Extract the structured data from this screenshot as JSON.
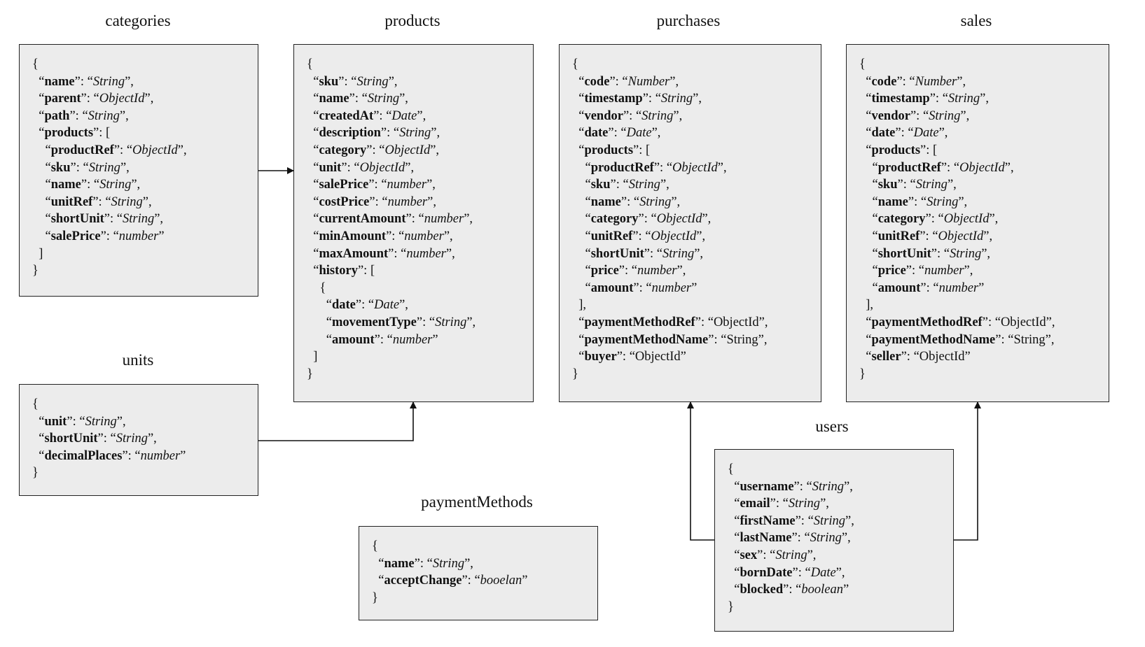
{
  "tables": [
    {
      "id": "categories",
      "title": "categories",
      "lines": [
        {
          "text": "{"
        },
        {
          "indent": 1,
          "key": "name",
          "type": "String",
          "sep": ","
        },
        {
          "indent": 1,
          "key": "parent",
          "type": "ObjectId",
          "sep": ","
        },
        {
          "indent": 1,
          "key": "path",
          "type": "String",
          "sep": ","
        },
        {
          "indent": 1,
          "key": "products",
          "open": "["
        },
        {
          "indent": 2,
          "key": "productRef",
          "type": "ObjectId",
          "sep": ","
        },
        {
          "indent": 2,
          "key": "sku",
          "type": "String",
          "sep": ","
        },
        {
          "indent": 2,
          "key": "name",
          "type": "String",
          "sep": ","
        },
        {
          "indent": 2,
          "key": "unitRef",
          "type": "String",
          "sep": ","
        },
        {
          "indent": 2,
          "key": "shortUnit",
          "type": "String",
          "sep": ","
        },
        {
          "indent": 2,
          "key": "salePrice",
          "type": "number",
          "sep": ""
        },
        {
          "indent": 1,
          "text": "]"
        },
        {
          "text": "}"
        }
      ]
    },
    {
      "id": "units",
      "title": "units",
      "lines": [
        {
          "text": "{"
        },
        {
          "indent": 1,
          "key": "unit",
          "type": "String",
          "sep": ","
        },
        {
          "indent": 1,
          "key": "shortUnit",
          "type": "String",
          "sep": ","
        },
        {
          "indent": 1,
          "key": "decimalPlaces",
          "type": "number",
          "sep": ""
        },
        {
          "text": "}"
        }
      ]
    },
    {
      "id": "products",
      "title": "products",
      "lines": [
        {
          "text": "{"
        },
        {
          "indent": 1,
          "key": "sku",
          "type": "String",
          "sep": ","
        },
        {
          "indent": 1,
          "key": "name",
          "type": "String",
          "sep": ","
        },
        {
          "indent": 1,
          "key": "createdAt",
          "type": "Date",
          "sep": ","
        },
        {
          "indent": 1,
          "key": "description",
          "type": "String",
          "sep": ","
        },
        {
          "indent": 1,
          "key": "category",
          "type": "ObjectId",
          "sep": ","
        },
        {
          "indent": 1,
          "key": "unit",
          "type": "ObjectId",
          "sep": ","
        },
        {
          "indent": 1,
          "key": "salePrice",
          "type": "number",
          "sep": ","
        },
        {
          "indent": 1,
          "key": "costPrice",
          "type": "number",
          "sep": ","
        },
        {
          "indent": 1,
          "key": "currentAmount",
          "type": "number",
          "sep": ","
        },
        {
          "indent": 1,
          "key": "minAmount",
          "type": "number",
          "sep": ","
        },
        {
          "indent": 1,
          "key": "maxAmount",
          "type": "number",
          "sep": ","
        },
        {
          "indent": 1,
          "key": "history",
          "open": "["
        },
        {
          "indent": 2,
          "text": "{"
        },
        {
          "indent": 3,
          "key": "date",
          "type": "Date",
          "sep": ","
        },
        {
          "indent": 3,
          "key": "movementType",
          "type": "String",
          "sep": ","
        },
        {
          "indent": 3,
          "key": "amount",
          "type": "number",
          "sep": ""
        },
        {
          "indent": 1,
          "text": "]"
        },
        {
          "text": "}"
        }
      ]
    },
    {
      "id": "paymentMethods",
      "title": "paymentMethods",
      "lines": [
        {
          "text": "{"
        },
        {
          "indent": 1,
          "key": "name",
          "type": "String",
          "sep": ","
        },
        {
          "indent": 1,
          "key": "acceptChange",
          "type": "booelan",
          "sep": ""
        },
        {
          "text": "}"
        }
      ]
    },
    {
      "id": "purchases",
      "title": "purchases",
      "lines": [
        {
          "text": "{"
        },
        {
          "indent": 1,
          "key": "code",
          "type": "Number",
          "sep": ","
        },
        {
          "indent": 1,
          "key": "timestamp",
          "type": "String",
          "sep": ","
        },
        {
          "indent": 1,
          "key": "vendor",
          "type": "String",
          "sep": ","
        },
        {
          "indent": 1,
          "key": "date",
          "type": "Date",
          "sep": ","
        },
        {
          "indent": 1,
          "key": "products",
          "open": "["
        },
        {
          "indent": 2,
          "key": "productRef",
          "type": "ObjectId",
          "sep": ",",
          "keyQuote": false
        },
        {
          "indent": 2,
          "key": "sku",
          "type": "String",
          "sep": ","
        },
        {
          "indent": 2,
          "key": "name",
          "type": "String",
          "sep": ","
        },
        {
          "indent": 2,
          "key": "category",
          "type": "ObjectId",
          "sep": ","
        },
        {
          "indent": 2,
          "key": "unitRef",
          "type": "ObjectId",
          "sep": ","
        },
        {
          "indent": 2,
          "key": "shortUnit",
          "type": "String",
          "sep": ","
        },
        {
          "indent": 2,
          "key": "price",
          "type": "number",
          "sep": ","
        },
        {
          "indent": 2,
          "key": "amount",
          "type": "number",
          "sep": ""
        },
        {
          "indent": 1,
          "text": "],"
        },
        {
          "indent": 1,
          "key": "paymentMethodRef",
          "type": "ObjectId",
          "sep": ",",
          "plain": true
        },
        {
          "indent": 1,
          "key": "paymentMethodName",
          "type": "String",
          "sep": ",",
          "plain": true
        },
        {
          "indent": 1,
          "key": "buyer",
          "type": "ObjectId",
          "sep": "",
          "plain": true
        },
        {
          "text": "}"
        }
      ]
    },
    {
      "id": "sales",
      "title": "sales",
      "lines": [
        {
          "text": "{"
        },
        {
          "indent": 1,
          "key": "code",
          "type": "Number",
          "sep": ","
        },
        {
          "indent": 1,
          "key": "timestamp",
          "type": "String",
          "sep": ","
        },
        {
          "indent": 1,
          "key": "vendor",
          "type": "String",
          "sep": ","
        },
        {
          "indent": 1,
          "key": "date",
          "type": "Date",
          "sep": ","
        },
        {
          "indent": 1,
          "key": "products",
          "open": "["
        },
        {
          "indent": 2,
          "key": "productRef",
          "type": "ObjectId",
          "sep": ",",
          "keyQuote": false
        },
        {
          "indent": 2,
          "key": "sku",
          "type": "String",
          "sep": ","
        },
        {
          "indent": 2,
          "key": "name",
          "type": "String",
          "sep": ","
        },
        {
          "indent": 2,
          "key": "category",
          "type": "ObjectId",
          "sep": ","
        },
        {
          "indent": 2,
          "key": "unitRef",
          "type": "ObjectId",
          "sep": ","
        },
        {
          "indent": 2,
          "key": "shortUnit",
          "type": "String",
          "sep": ","
        },
        {
          "indent": 2,
          "key": "price",
          "type": "number",
          "sep": ","
        },
        {
          "indent": 2,
          "key": "amount",
          "type": "number",
          "sep": ""
        },
        {
          "indent": 1,
          "text": "],"
        },
        {
          "indent": 1,
          "key": "paymentMethodRef",
          "type": "ObjectId",
          "sep": ",",
          "plain": true
        },
        {
          "indent": 1,
          "key": "paymentMethodName",
          "type": "String",
          "sep": ",",
          "plain": true
        },
        {
          "indent": 1,
          "key": "seller",
          "type": "ObjectId",
          "sep": "",
          "plain": true
        },
        {
          "text": "}"
        }
      ]
    },
    {
      "id": "users",
      "title": "users",
      "lines": [
        {
          "text": "{"
        },
        {
          "indent": 1,
          "key": "username",
          "type": "String",
          "sep": ","
        },
        {
          "indent": 1,
          "key": "email",
          "type": "String",
          "sep": ","
        },
        {
          "indent": 1,
          "key": "firstName",
          "type": "String",
          "sep": ","
        },
        {
          "indent": 1,
          "key": "lastName",
          "type": "String",
          "sep": ","
        },
        {
          "indent": 1,
          "key": "sex",
          "type": "String",
          "sep": ","
        },
        {
          "indent": 1,
          "key": "bornDate",
          "type": "Date",
          "sep": ","
        },
        {
          "indent": 1,
          "key": "blocked",
          "type": "boolean",
          "sep": ""
        },
        {
          "text": "}"
        }
      ]
    }
  ],
  "relations": [
    {
      "from": "categories",
      "to": "products"
    },
    {
      "from": "units",
      "to": "products"
    },
    {
      "from": "users",
      "to": "purchases"
    },
    {
      "from": "users",
      "to": "sales"
    }
  ]
}
